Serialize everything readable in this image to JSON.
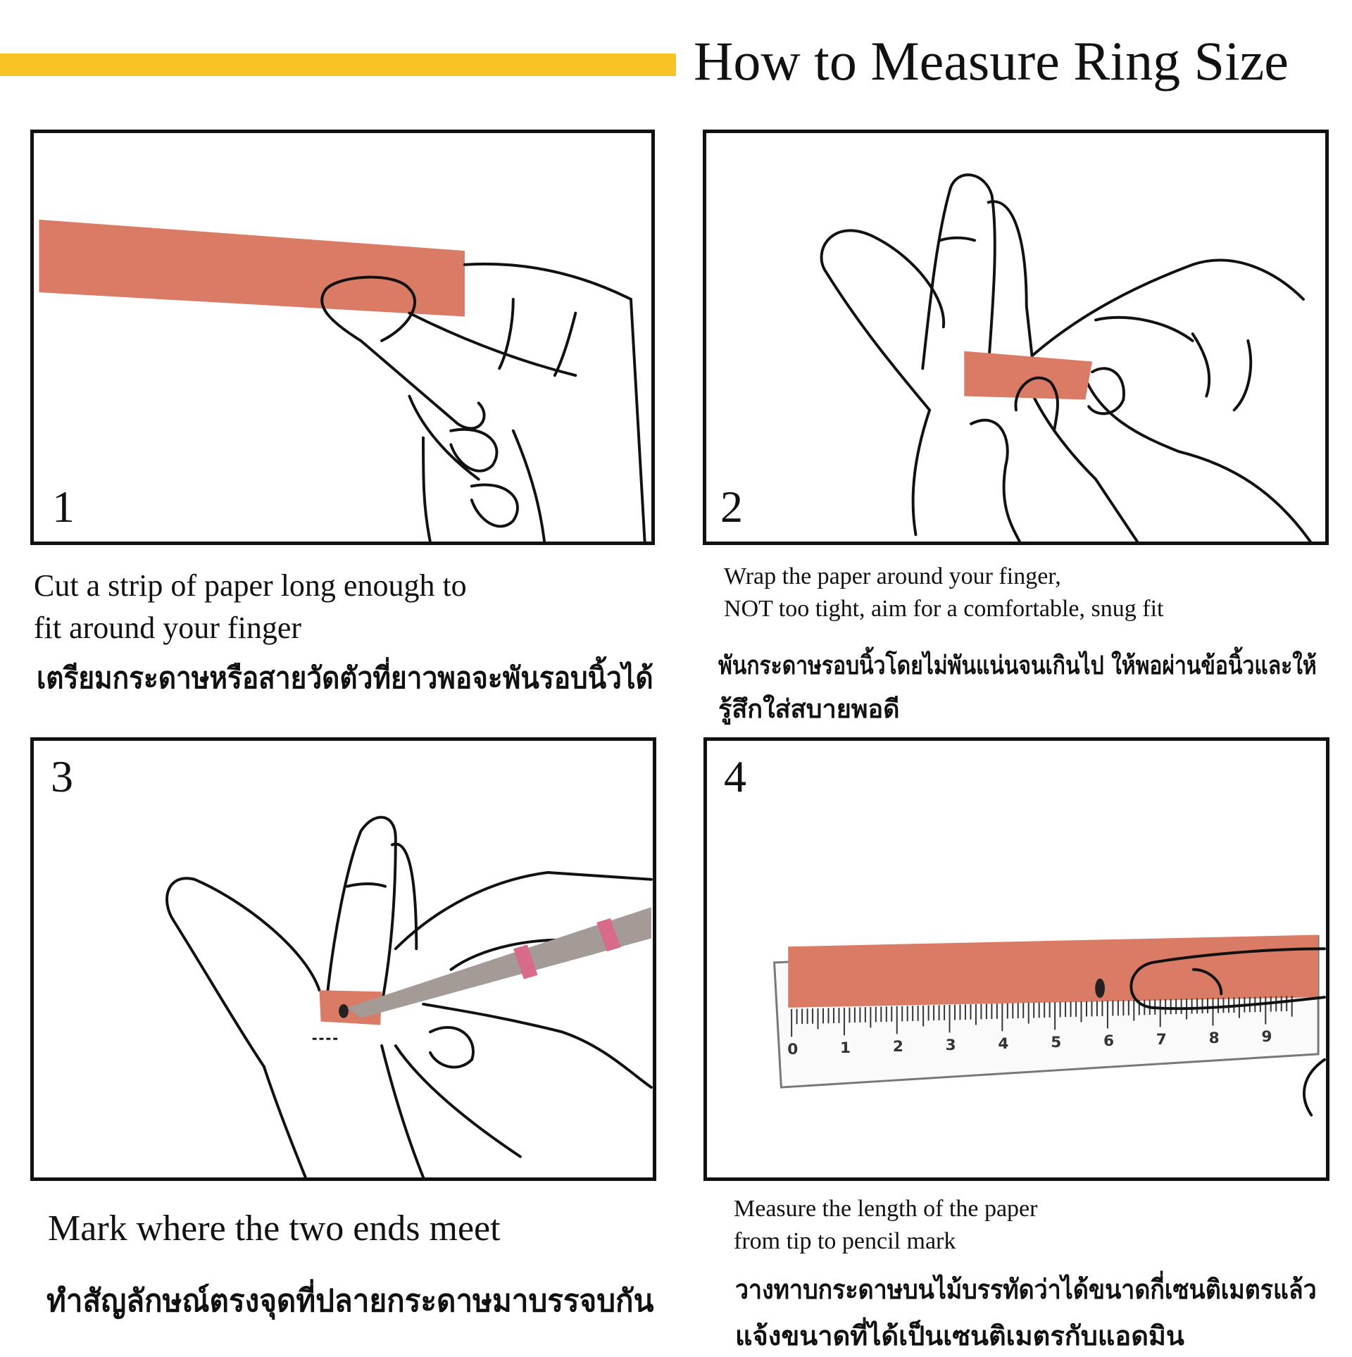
{
  "title": "How to Measure Ring Size",
  "colors": {
    "accent_bar": "#f7c325",
    "paper_strip": "#d97b65"
  },
  "steps": [
    {
      "number": "1",
      "caption": [
        "Cut a strip of paper long enough to",
        "fit around your finger"
      ],
      "thai": [
        "เตรียมกระดาษหรือสายวัดตัวที่ยาวพอจะพันรอบนิ้วได้"
      ]
    },
    {
      "number": "2",
      "caption": [
        "Wrap the paper around your finger,",
        "NOT too tight, aim for a comfortable, snug fit"
      ],
      "thai": [
        "พันกระดาษรอบนิ้วโดยไม่พันแน่นจนเกินไป ให้พอผ่านข้อนิ้วและให้",
        "รู้สึกใส่สบายพอดี"
      ]
    },
    {
      "number": "3",
      "caption": [
        "Mark where the two ends meet"
      ],
      "thai": [
        "ทำสัญลักษณ์ตรงจุดที่ปลายกระดาษมาบรรจบกัน"
      ]
    },
    {
      "number": "4",
      "caption": [
        "Measure the length of the paper",
        "from tip to pencil mark"
      ],
      "thai": [
        "วางทาบกระดาษบนไม้บรรทัดว่าได้ขนาดกี่เซนติเมตรแล้ว",
        "แจ้งขนาดที่ได้เป็นเซนติเมตรกับแอดมิน"
      ]
    }
  ],
  "ruler_labels": [
    "0",
    "1",
    "2",
    "3",
    "4",
    "5",
    "6",
    "7",
    "8",
    "9"
  ]
}
